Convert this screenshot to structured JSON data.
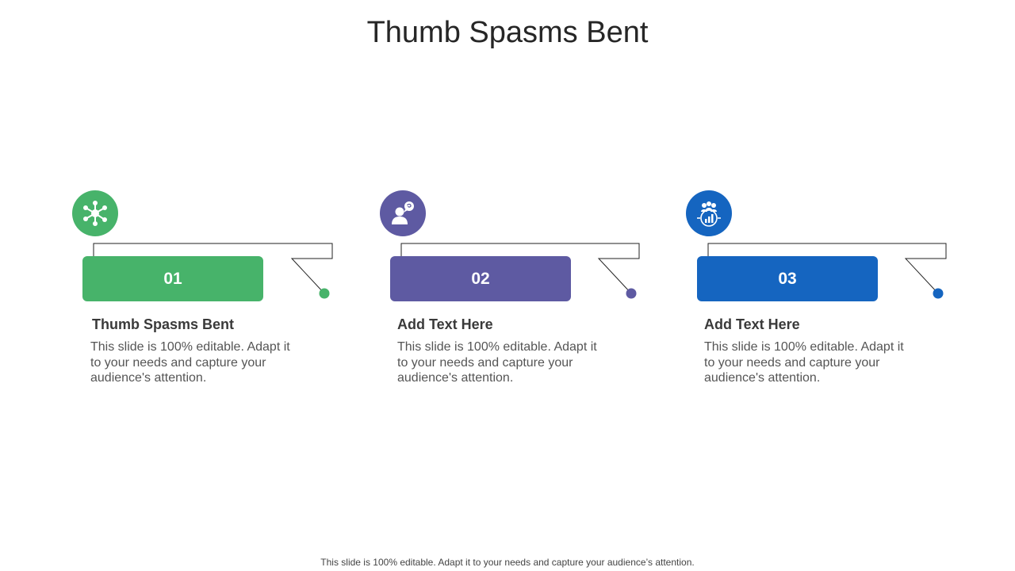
{
  "slide": {
    "title": "Thumb Spasms Bent",
    "footer": "This slide is 100% editable. Adapt it to your needs and capture your audience’s attention."
  },
  "items": [
    {
      "number": "01",
      "title": "Thumb Spasms Bent",
      "body": "This slide is 100% editable. Adapt it to your needs and capture your audience's attention.",
      "color": "#47b36a",
      "icon": "network-icon"
    },
    {
      "number": "02",
      "title": "Add Text Here",
      "body": "This slide is 100% editable. Adapt it to your needs and capture your audience's attention.",
      "color": "#5e5aa2",
      "icon": "person-speech-icon"
    },
    {
      "number": "03",
      "title": "Add Text Here",
      "body": "This slide is 100% editable. Adapt it to your needs and capture your audience's attention.",
      "color": "#1565c0",
      "icon": "team-growth-icon"
    }
  ]
}
